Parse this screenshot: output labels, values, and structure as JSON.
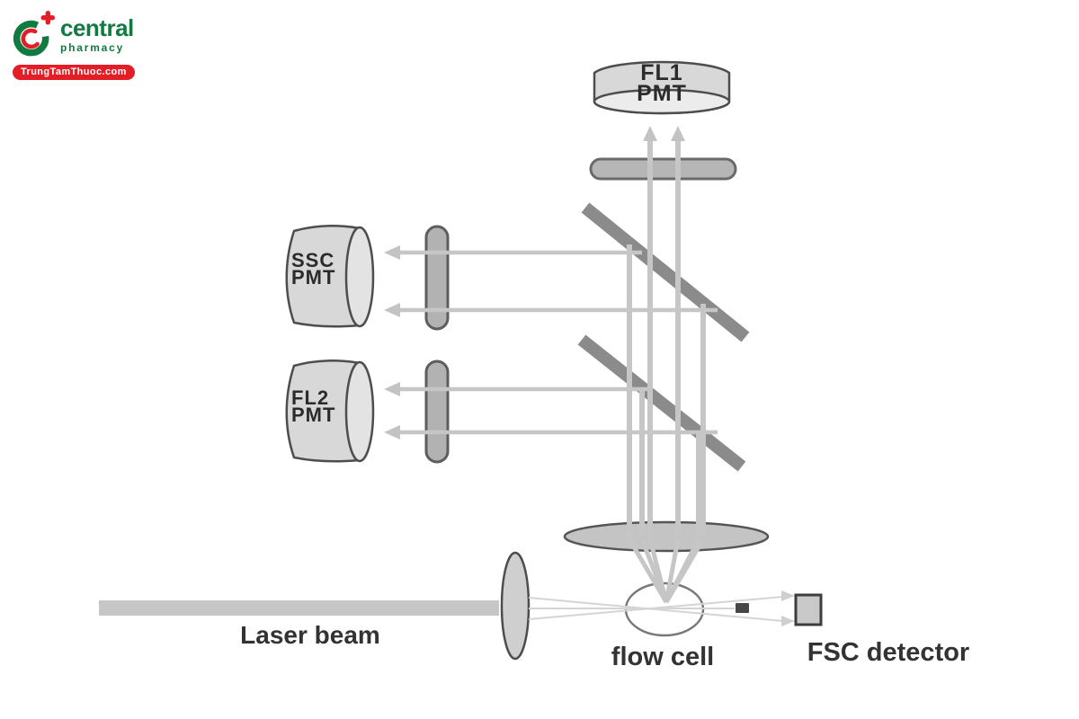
{
  "logo": {
    "brand": "central",
    "tagline": "pharmacy",
    "badge": "TrungTamThuoc.com"
  },
  "diagram": {
    "detectors": {
      "fl1": {
        "line1": "FL1",
        "line2": "PMT"
      },
      "ssc": {
        "line1": "SSC",
        "line2": "PMT"
      },
      "fl2": {
        "line1": "FL2",
        "line2": "PMT"
      }
    },
    "labels": {
      "laser_beam": "Laser beam",
      "flow_cell": "flow cell",
      "fsc_detector": "FSC detector"
    }
  },
  "colors": {
    "background": "#ffffff",
    "beam": "#c6c6c6",
    "mirror": "#8b8b8b",
    "filter_fill": "#b4b4b4",
    "component_fill": "#d8d8d8",
    "component_face": "#ebebeb",
    "outline": "#4d4d4d",
    "label_text": "#333333",
    "brand_green": "#117a40",
    "brand_red": "#e41e26"
  }
}
